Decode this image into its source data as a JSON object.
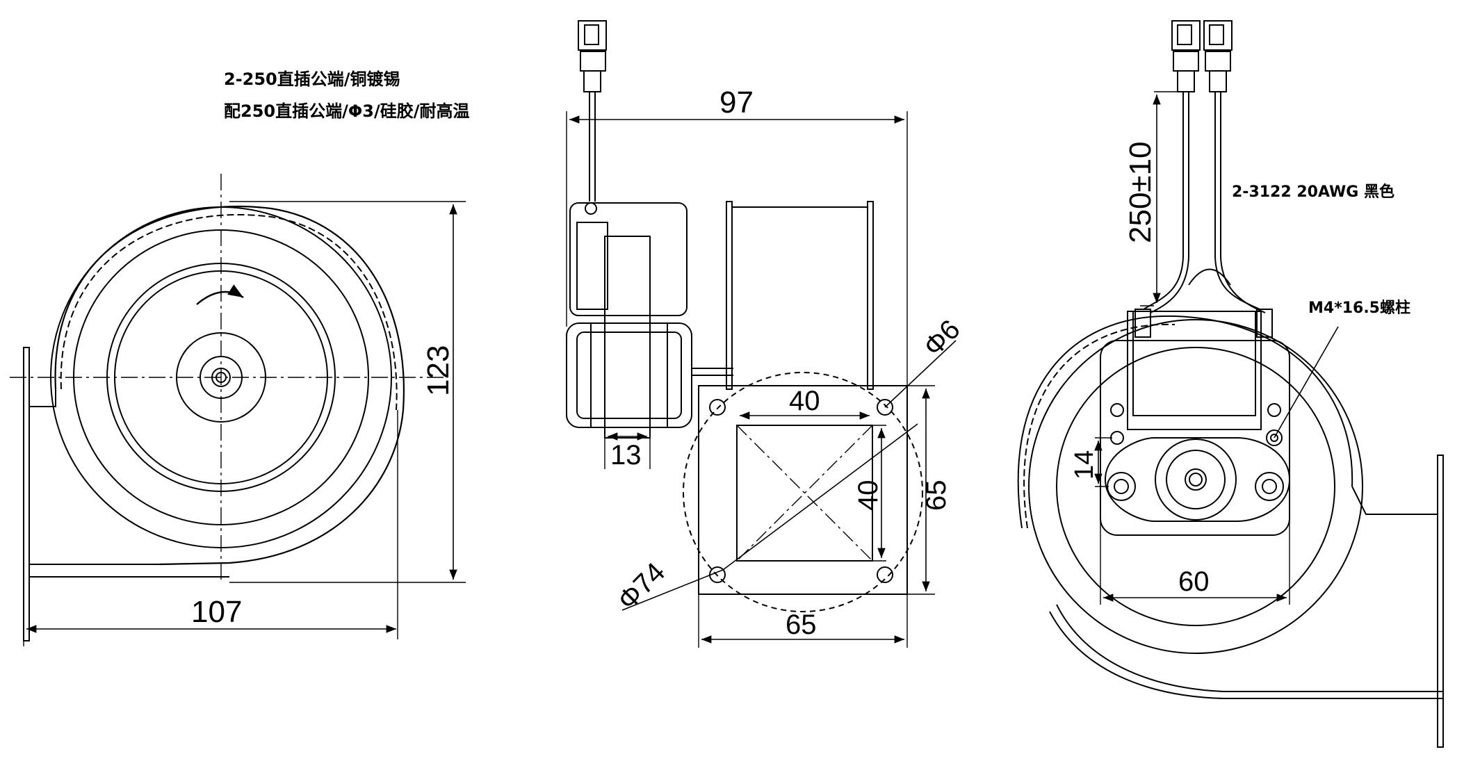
{
  "notes": {
    "terminal_line1": "2-250直插公端/铜镀锡",
    "terminal_line2": "配250直插公端/Φ3/硅胶/耐高温",
    "wire_spec": "2-3122 20AWG 黑色",
    "stud_spec": "M4*16.5螺柱"
  },
  "dimensions": {
    "front_width": "107",
    "front_height": "123",
    "side_length": "97",
    "side_thickness": "13",
    "hole_diameter": "Φ6",
    "circle_diameter": "Φ74",
    "flange_width": "65",
    "flange_height": "65",
    "opening_width": "40",
    "opening_height": "40",
    "lead_length": "250±10",
    "hole_offset": "14",
    "mount_spacing": "60"
  }
}
